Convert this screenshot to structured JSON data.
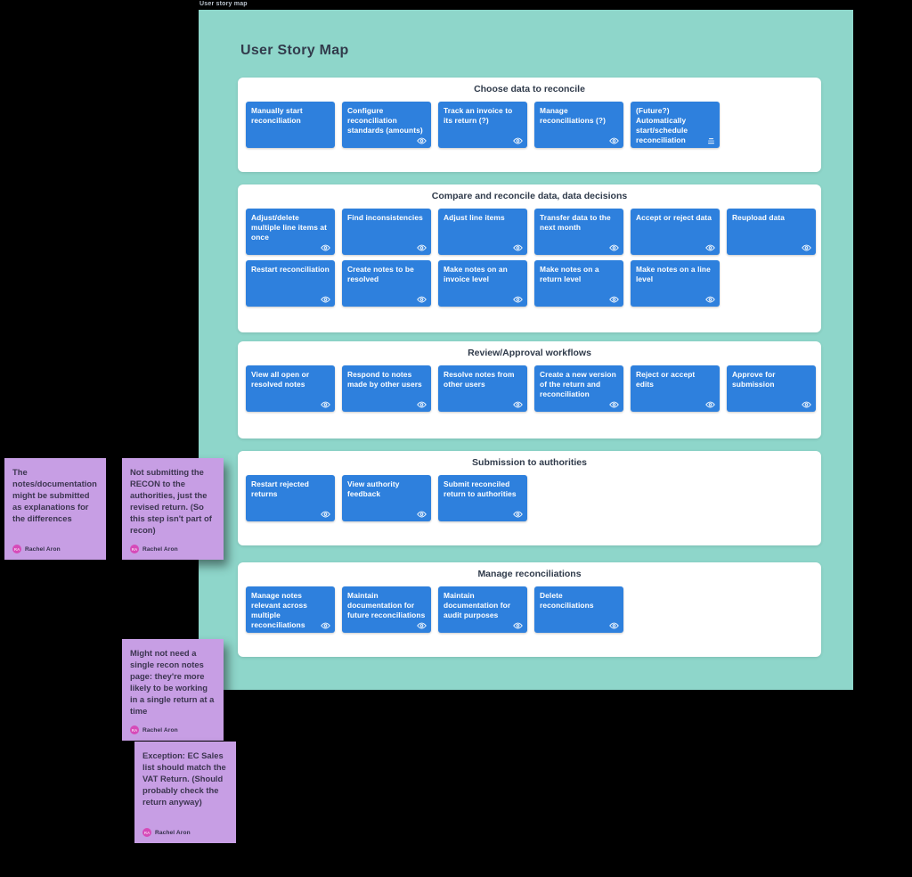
{
  "frame": {
    "label": "User story map",
    "title": "User Story Map"
  },
  "colors": {
    "frame_teal": "#8ED6CA",
    "card_blue": "#2E80DD",
    "note_purple": "#C79EE4",
    "avatar_magenta": "#D64AB8",
    "background": "#000000"
  },
  "sections": [
    {
      "title": "Choose data to reconcile",
      "rows": [
        [
          {
            "text": "Manually start reconciliation",
            "icon": "none"
          },
          {
            "text": "Configure reconciliation standards (amounts)",
            "icon": "eye"
          },
          {
            "text": "Track an invoice to its return (?)",
            "icon": "eye"
          },
          {
            "text": "Manage reconciliations (?)",
            "icon": "eye"
          },
          {
            "text": "(Future?) Automatically start/schedule reconciliation",
            "icon": "lines"
          }
        ]
      ]
    },
    {
      "title": "Compare and reconcile data, data decisions",
      "rows": [
        [
          {
            "text": "Adjust/delete multiple line items at once",
            "icon": "eye"
          },
          {
            "text": "Find inconsistencies",
            "icon": "eye"
          },
          {
            "text": "Adjust line items",
            "icon": "eye"
          },
          {
            "text": "Transfer data to the next month",
            "icon": "eye"
          },
          {
            "text": "Accept or reject data",
            "icon": "eye"
          },
          {
            "text": "Reupload data",
            "icon": "eye"
          }
        ],
        [
          {
            "text": "Restart reconciliation",
            "icon": "eye"
          },
          {
            "text": "Create notes to be resolved",
            "icon": "eye"
          },
          {
            "text": "Make notes on an invoice level",
            "icon": "eye"
          },
          {
            "text": "Make notes on a return level",
            "icon": "eye"
          },
          {
            "text": "Make notes on a line level",
            "icon": "eye"
          }
        ]
      ]
    },
    {
      "title": "Review/Approval workflows",
      "rows": [
        [
          {
            "text": "View all open or resolved notes",
            "icon": "eye"
          },
          {
            "text": "Respond to notes made by other users",
            "icon": "eye"
          },
          {
            "text": "Resolve notes from other users",
            "icon": "eye"
          },
          {
            "text": "Create a new version of the return and reconciliation",
            "icon": "eye"
          },
          {
            "text": "Reject or accept edits",
            "icon": "eye"
          },
          {
            "text": "Approve for submission",
            "icon": "eye"
          }
        ]
      ]
    },
    {
      "title": "Submission to authorities",
      "rows": [
        [
          {
            "text": "Restart rejected returns",
            "icon": "eye"
          },
          {
            "text": "View authority feedback",
            "icon": "eye"
          },
          {
            "text": "Submit reconciled return to authorities",
            "icon": "eye"
          }
        ]
      ]
    },
    {
      "title": "Manage reconciliations",
      "rows": [
        [
          {
            "text": "Manage notes relevant across multiple reconciliations",
            "icon": "eye"
          },
          {
            "text": "Maintain documentation for future reconciliations",
            "icon": "eye"
          },
          {
            "text": "Maintain documentation for audit purposes",
            "icon": "eye"
          },
          {
            "text": "Delete reconciliations",
            "icon": "eye"
          }
        ]
      ]
    }
  ],
  "notes": [
    {
      "text": "The notes/documentation might be submitted as explanations for the differences",
      "author": "Rachel Aron"
    },
    {
      "text": "Not submitting the RECON to the authorities, just the revised return. (So this step isn't part of recon)",
      "author": "Rachel Aron"
    },
    {
      "text": "Might not need a single recon notes page: they're more likely to be working in a single return at a time",
      "author": "Rachel Aron"
    },
    {
      "text": "Exception: EC Sales list should match the VAT Return. (Should probably check the return anyway)",
      "author": "Rachel Aron"
    }
  ]
}
